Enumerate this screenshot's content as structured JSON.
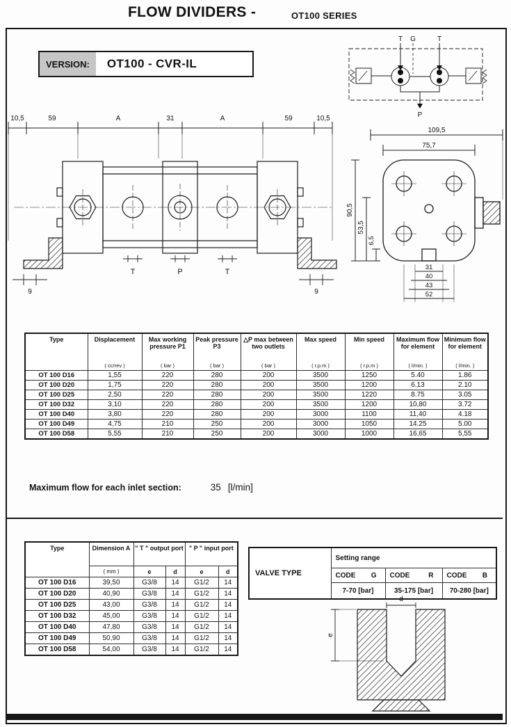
{
  "header": {
    "title": "FLOW DIVIDERS -",
    "series": "OT100 SERIES"
  },
  "version": {
    "label": "VERSION:",
    "value": "OT100 - CVR-IL"
  },
  "schematic": {
    "port_top_left": "T",
    "port_gauge": "G",
    "port_top_right": "T",
    "port_bottom": "P"
  },
  "front_view": {
    "dims_top": [
      "10,5",
      "59",
      "A",
      "31",
      "A",
      "59",
      "10,5"
    ],
    "dim_bottom_left": "9",
    "dim_bottom_right": "9",
    "port_labels": [
      "T",
      "P",
      "T"
    ]
  },
  "side_view": {
    "dim_width_total": "109,5",
    "dim_width_bolts": "75,7",
    "dim_height_total": "90,5",
    "dim_height_bolts": "53,5",
    "dim_height_base": "6,5",
    "dims_bottom": [
      "31",
      "40",
      "43",
      "52"
    ]
  },
  "main_table": {
    "headers": [
      {
        "title": "Type",
        "unit": ""
      },
      {
        "title": "Displacement",
        "unit": "( cc/rev )"
      },
      {
        "title": "Max working pressure P1",
        "unit": "( bar )"
      },
      {
        "title": "Peak pressure P3",
        "unit": "( bar )"
      },
      {
        "title": "△P max between two outlets",
        "unit": "( bar )"
      },
      {
        "title": "Max speed",
        "unit": "( r.p.m )"
      },
      {
        "title": "Min speed",
        "unit": "( r.p.m )"
      },
      {
        "title": "Maximum flow for element",
        "unit": "( l/min. )"
      },
      {
        "title": "Minimum flow for element",
        "unit": "( l/min. )"
      }
    ],
    "rows": [
      [
        "OT 100 D16",
        "1,55",
        "220",
        "280",
        "200",
        "3500",
        "1250",
        "5.40",
        "1.86"
      ],
      [
        "OT 100 D20",
        "1,75",
        "220",
        "280",
        "200",
        "3500",
        "1200",
        "6.13",
        "2.10"
      ],
      [
        "OT 100 D25",
        "2,50",
        "220",
        "280",
        "200",
        "3500",
        "1220",
        "8.75",
        "3.05"
      ],
      [
        "OT 100 D32",
        "3,10",
        "220",
        "280",
        "200",
        "3500",
        "1200",
        "10,80",
        "3.72"
      ],
      [
        "OT 100 D40",
        "3,80",
        "220",
        "280",
        "200",
        "3000",
        "1100",
        "11,40",
        "4.18"
      ],
      [
        "OT 100 D49",
        "4,75",
        "210",
        "250",
        "200",
        "3000",
        "1050",
        "14.25",
        "5.00"
      ],
      [
        "OT 100 D58",
        "5,55",
        "210",
        "250",
        "200",
        "3000",
        "1000",
        "16,65",
        "5,55"
      ]
    ]
  },
  "max_flow_note": {
    "label": "Maximum flow for each inlet section:",
    "value": "35",
    "unit": "[l/min]"
  },
  "dim_table": {
    "col_type": "Type",
    "col_dimension": "Dimension A",
    "col_dimension_unit": "( mm )",
    "col_t_port": "\" T \" output port",
    "col_p_port": "\" P \" input port",
    "sub_headers": [
      "e",
      "d",
      "e",
      "d"
    ],
    "rows": [
      [
        "OT 100 D16",
        "39,50",
        "G3/8",
        "14",
        "G1/2",
        "14"
      ],
      [
        "OT 100 D20",
        "40,90",
        "G3/8",
        "14",
        "G1/2",
        "14"
      ],
      [
        "OT 100 D25",
        "43,00",
        "G3/8",
        "14",
        "G1/2",
        "14"
      ],
      [
        "OT 100 D32",
        "45,00",
        "G3/8",
        "14",
        "G1/2",
        "14"
      ],
      [
        "OT 100 D40",
        "47,80",
        "G3/8",
        "14",
        "G1/2",
        "14"
      ],
      [
        "OT 100 D49",
        "50,90",
        "G3/8",
        "14",
        "G1/2",
        "14"
      ],
      [
        "OT 100 D58",
        "54,00",
        "G3/8",
        "14",
        "G1/2",
        "14"
      ]
    ]
  },
  "valve_table": {
    "title": "VALVE TYPE",
    "setting_range_label": "Setting range",
    "codes": [
      {
        "label": "CODE",
        "letter": "G",
        "range": "7-70 [bar]"
      },
      {
        "label": "CODE",
        "letter": "R",
        "range": "35-175 [bar]"
      },
      {
        "label": "CODE",
        "letter": "B",
        "range": "70-280 [bar]"
      }
    ]
  },
  "port_drawing": {
    "dim_diameter": "d",
    "dim_depth": "e"
  }
}
